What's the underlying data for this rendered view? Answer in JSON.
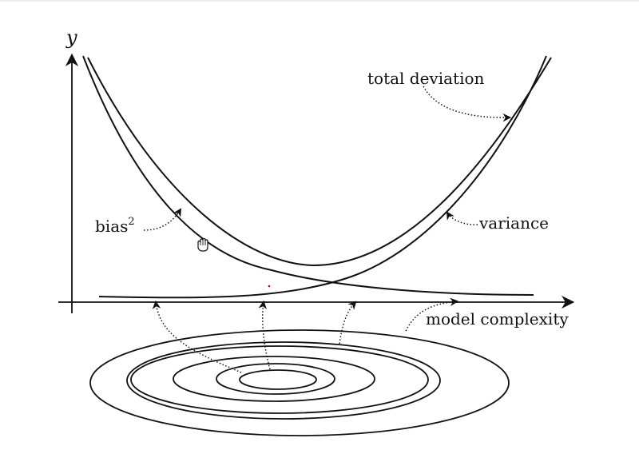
{
  "diagram": {
    "axis_y_label": "y",
    "axis_x_label": "model complexity",
    "labels": {
      "total_deviation": "total deviation",
      "bias_base": "bias",
      "bias_exponent": "2",
      "variance": "variance"
    }
  },
  "cursor": {
    "icon": "hand-grab-icon"
  },
  "colors": {
    "ink": "#111111",
    "background": "#ffffff",
    "marker": "#cc0000"
  }
}
